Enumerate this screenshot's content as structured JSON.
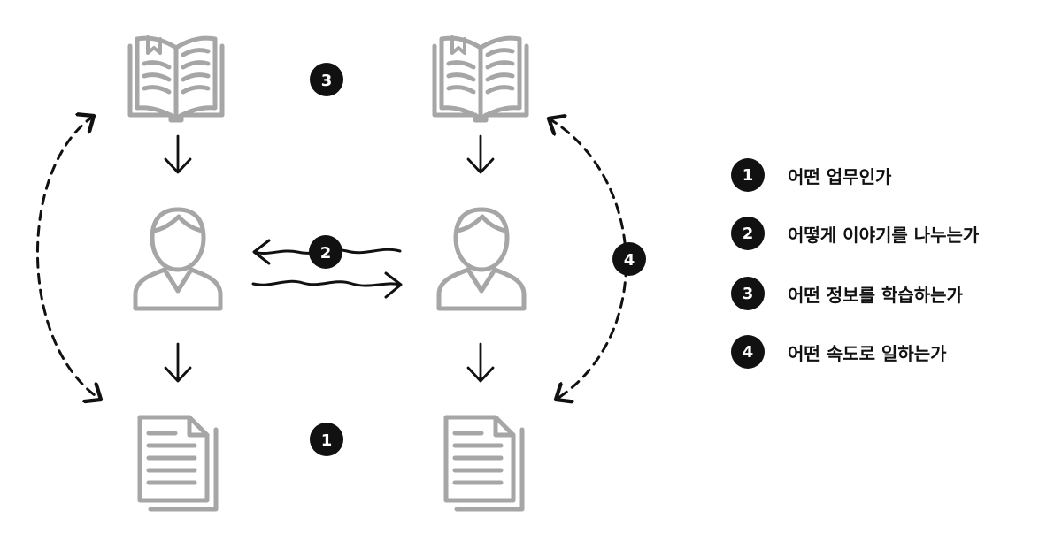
{
  "badges": {
    "top_middle": "3",
    "conversation": "2",
    "right_loop": "4",
    "bottom_middle": "1"
  },
  "legend": {
    "items": [
      {
        "num": "1",
        "text": "어떤 업무인가"
      },
      {
        "num": "2",
        "text": "어떻게 이야기를 나누는가"
      },
      {
        "num": "3",
        "text": "어떤 정보를 학습하는가"
      },
      {
        "num": "4",
        "text": "어떤 속도로 일하는가"
      }
    ]
  },
  "colors": {
    "icon_gray": "#a6a6a6",
    "arrow_black": "#111111",
    "badge_black": "#111111",
    "badge_text": "#ffffff"
  }
}
